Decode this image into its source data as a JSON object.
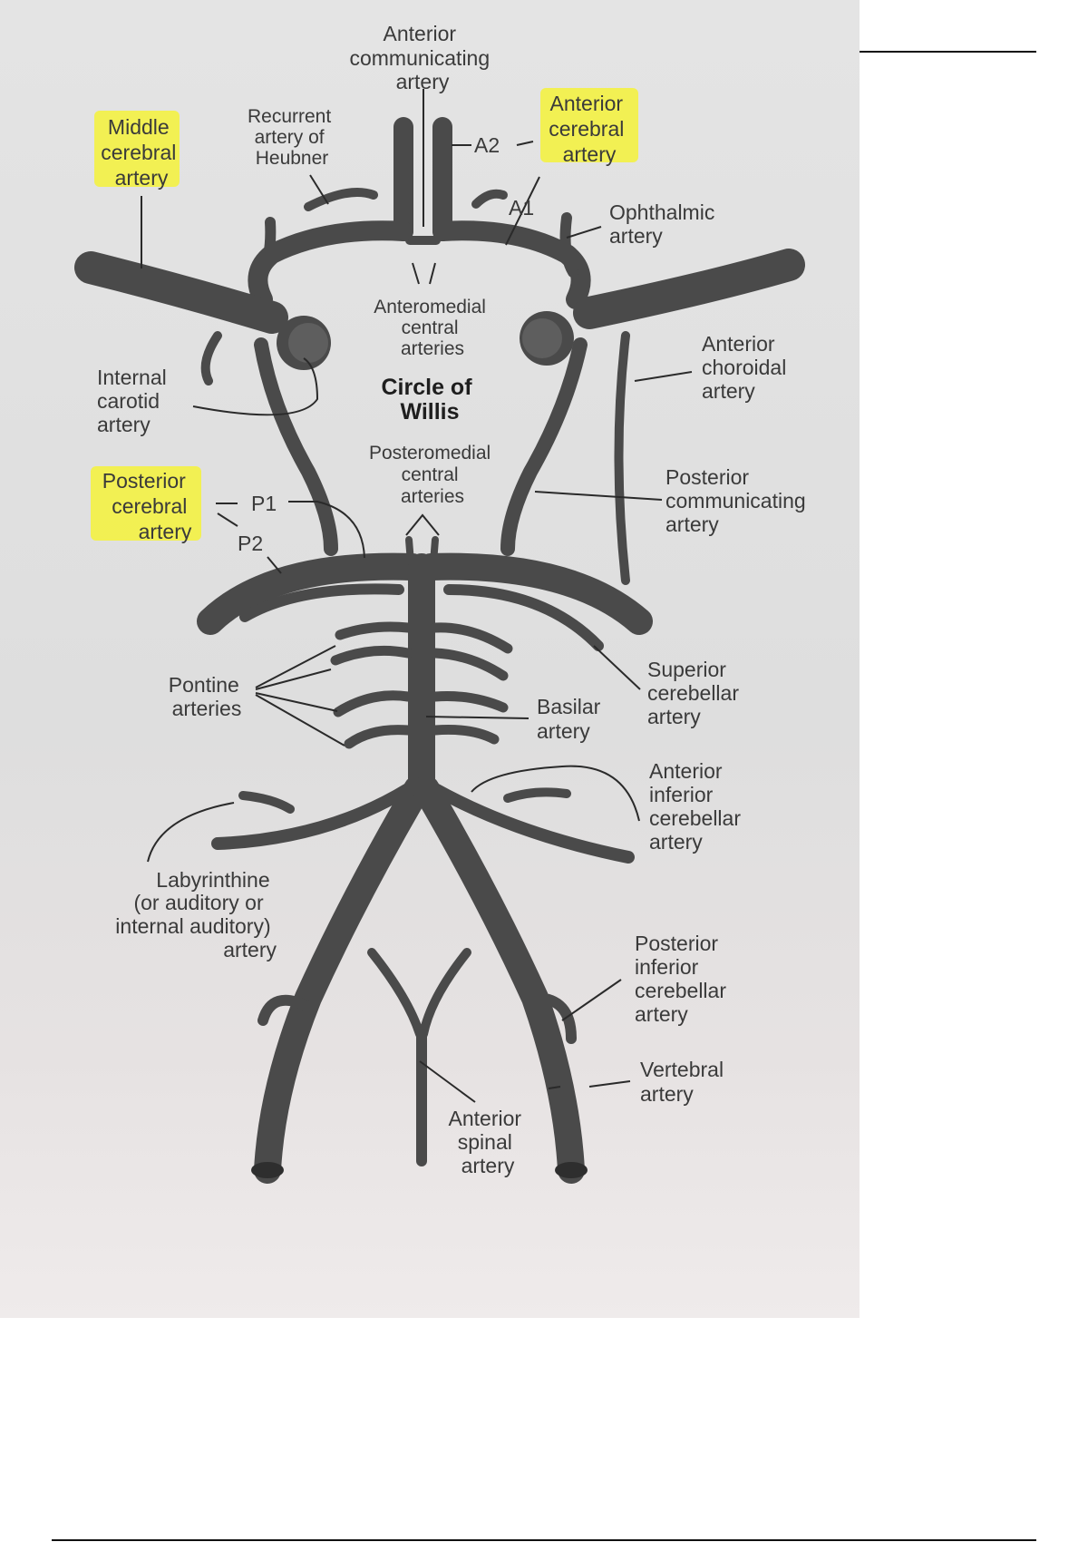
{
  "labels": {
    "acom": [
      "Anterior",
      "communicating",
      "artery"
    ],
    "mca": [
      "Middle",
      "cerebral",
      "artery"
    ],
    "heubner": [
      "Recurrent",
      "artery of",
      "Heubner"
    ],
    "aca": [
      "Anterior",
      "cerebral",
      "artery"
    ],
    "a2": "A2",
    "a1": "A1",
    "ophthalmic": [
      "Ophthalmic",
      "artery"
    ],
    "anteromedial": [
      "Anteromedial",
      "central",
      "arteries"
    ],
    "circle": [
      "Circle of",
      "Willis"
    ],
    "ica": [
      "Internal",
      "carotid",
      "artery"
    ],
    "achoroidal": [
      "Anterior",
      "choroidal",
      "artery"
    ],
    "posteromedial": [
      "Posteromedial",
      "central",
      "arteries"
    ],
    "pca": [
      "Posterior",
      "cerebral",
      "artery"
    ],
    "p1": "P1",
    "p2": "P2",
    "pcom": [
      "Posterior",
      "communicating",
      "artery"
    ],
    "pontine": [
      "Pontine",
      "arteries"
    ],
    "basilar": [
      "Basilar",
      "artery"
    ],
    "sca": [
      "Superior",
      "cerebellar",
      "artery"
    ],
    "aica": [
      "Anterior",
      "inferior",
      "cerebellar",
      "artery"
    ],
    "labyrinthine": [
      "Labyrinthine",
      "(or auditory or",
      "internal auditory)",
      "artery"
    ],
    "pica": [
      "Posterior",
      "inferior",
      "cerebellar",
      "artery"
    ],
    "vertebral": [
      "Vertebral",
      "artery"
    ],
    "asa": [
      "Anterior",
      "spinal",
      "artery"
    ]
  },
  "colors": {
    "vessel": "#4a4a4a",
    "highlight": "#f4f23a",
    "paper": "#e2e2e2"
  }
}
